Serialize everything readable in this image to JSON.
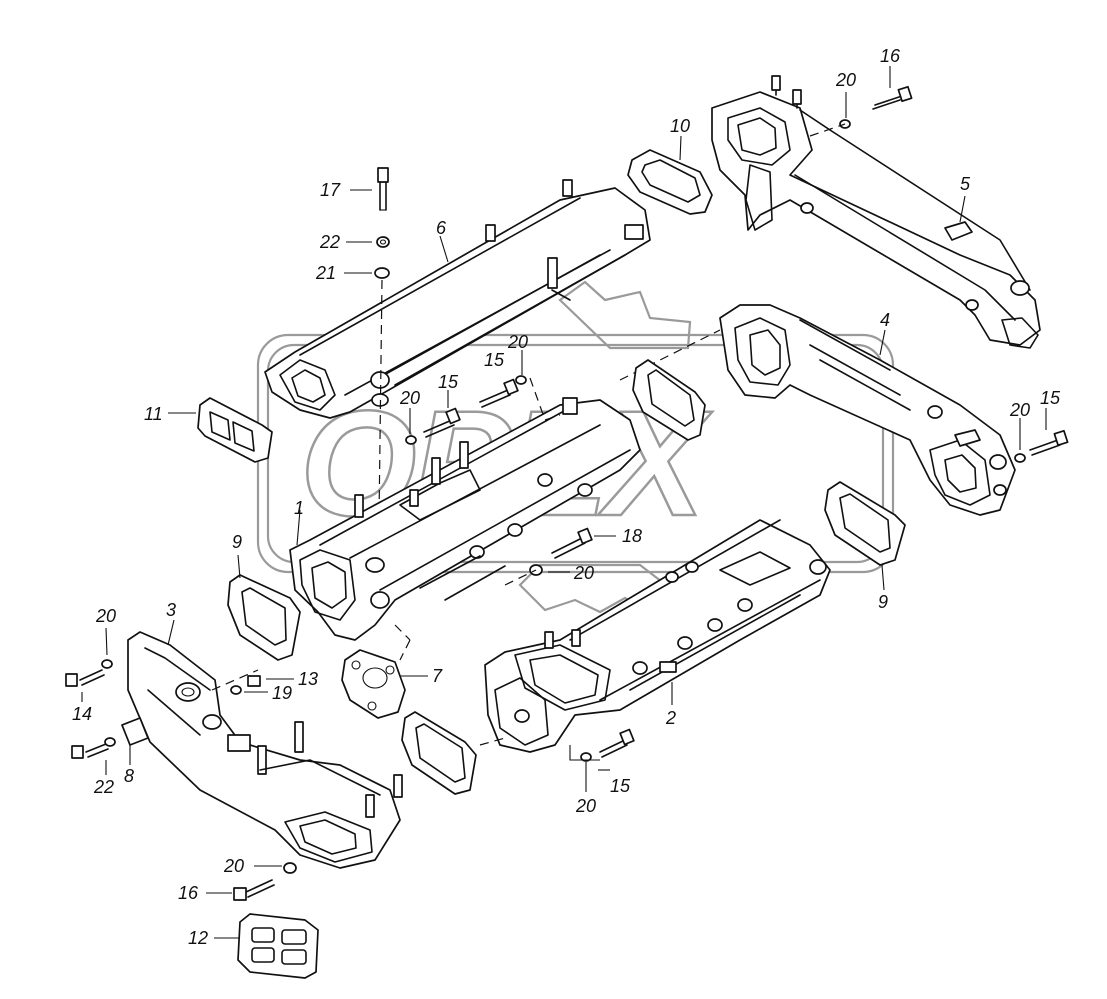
{
  "watermark": {
    "text": "OPEX"
  },
  "callouts": [
    {
      "id": "c16a",
      "text": "16"
    },
    {
      "id": "c20a",
      "text": "20"
    },
    {
      "id": "c10",
      "text": "10"
    },
    {
      "id": "c5",
      "text": "5"
    },
    {
      "id": "c17",
      "text": "17"
    },
    {
      "id": "c6",
      "text": "6"
    },
    {
      "id": "c22a",
      "text": "22"
    },
    {
      "id": "c21",
      "text": "21"
    },
    {
      "id": "c4",
      "text": "4"
    },
    {
      "id": "c15a",
      "text": "15"
    },
    {
      "id": "c20b",
      "text": "20"
    },
    {
      "id": "c15b",
      "text": "15"
    },
    {
      "id": "c11",
      "text": "11"
    },
    {
      "id": "c20c",
      "text": "20"
    },
    {
      "id": "c20d",
      "text": "20"
    },
    {
      "id": "c15c",
      "text": "15"
    },
    {
      "id": "c1",
      "text": "1"
    },
    {
      "id": "c18",
      "text": "18"
    },
    {
      "id": "c9a",
      "text": "9"
    },
    {
      "id": "c20e",
      "text": "20"
    },
    {
      "id": "c9b",
      "text": "9"
    },
    {
      "id": "c20f",
      "text": "20"
    },
    {
      "id": "c3",
      "text": "3"
    },
    {
      "id": "c13",
      "text": "13"
    },
    {
      "id": "c7",
      "text": "7"
    },
    {
      "id": "c19",
      "text": "19"
    },
    {
      "id": "c14",
      "text": "14"
    },
    {
      "id": "c2",
      "text": "2"
    },
    {
      "id": "c8",
      "text": "8"
    },
    {
      "id": "c22b",
      "text": "22"
    },
    {
      "id": "c15d",
      "text": "15"
    },
    {
      "id": "c20g",
      "text": "20"
    },
    {
      "id": "c20h",
      "text": "20"
    },
    {
      "id": "c16b",
      "text": "16"
    },
    {
      "id": "c12",
      "text": "12"
    }
  ]
}
